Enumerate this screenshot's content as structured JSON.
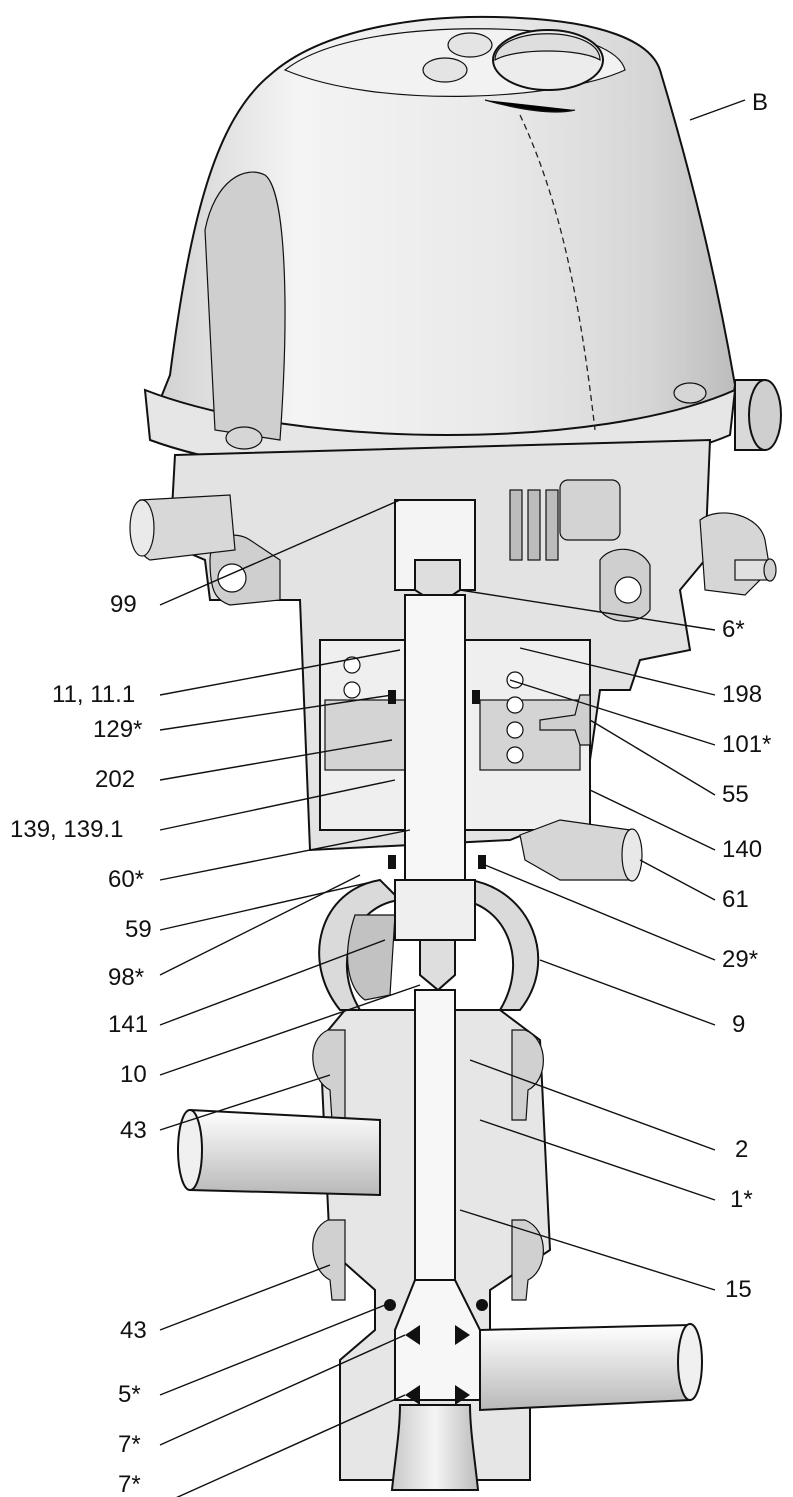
{
  "labels": {
    "B": "B",
    "l99": "99",
    "l11": "11, 11.1",
    "l129": "129*",
    "l202": "202",
    "l139": "139, 139.1",
    "l60": "60*",
    "l59": "59",
    "l98": "98*",
    "l141": "141",
    "l10": "10",
    "l43a": "43",
    "l43b": "43",
    "l5": "5*",
    "l7a": "7*",
    "l7b": "7*",
    "l6": "6*",
    "l198": "198",
    "l101": "101*",
    "l55": "55",
    "l140": "140",
    "l61": "61",
    "l29": "29*",
    "l9": "9",
    "l2": "2",
    "l1": "1*",
    "l15": "15"
  }
}
